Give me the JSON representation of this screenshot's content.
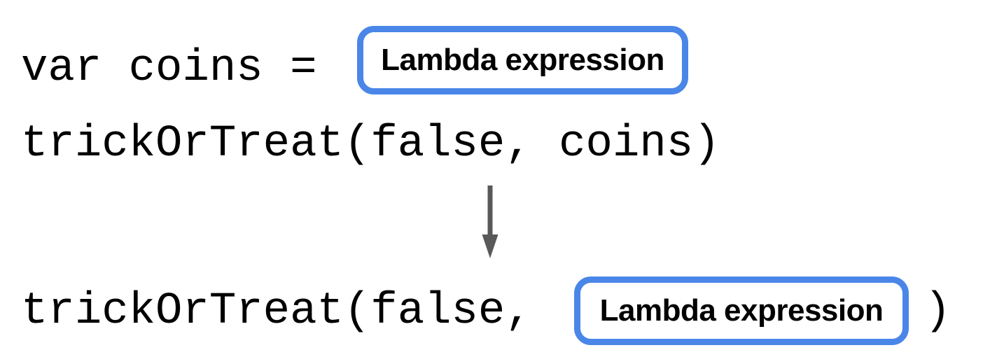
{
  "diagram": {
    "code": {
      "assignment": "var coins =",
      "call_with_variable": "trickOrTreat(false, coins)",
      "inlined_call_prefix": "trickOrTreat(false,",
      "inlined_call_suffix": ")"
    },
    "lambda_box_label": "Lambda expression",
    "icons": {
      "arrow": "arrow-down-icon"
    },
    "colors": {
      "box_border": "#4a86e8",
      "arrow": "#595959",
      "code_text": "#000000",
      "background": "#ffffff"
    }
  }
}
